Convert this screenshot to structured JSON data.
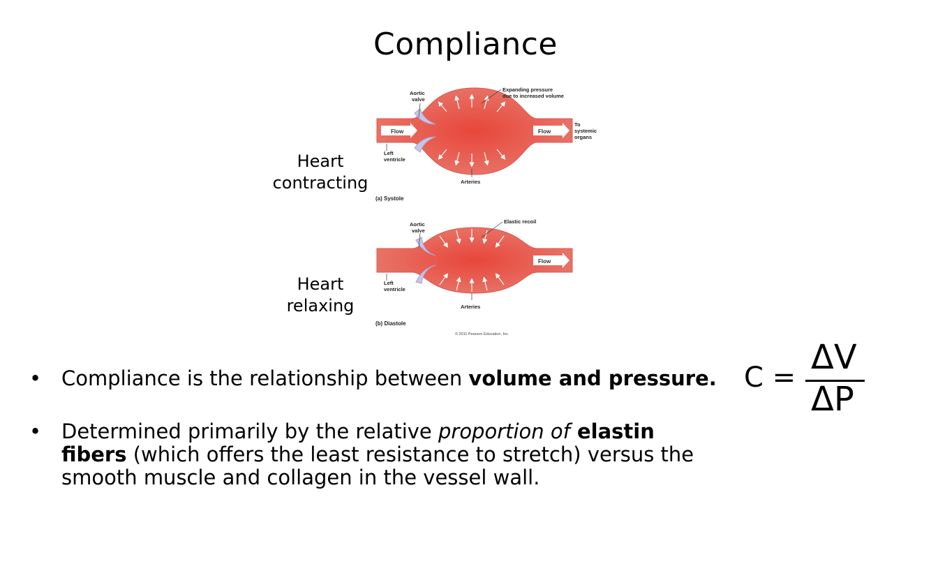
{
  "slide": {
    "title": "Compliance",
    "labels": {
      "top": [
        "Heart",
        "contracting"
      ],
      "bottom": [
        "Heart",
        "relaxing"
      ]
    }
  },
  "diagram": {
    "systole": {
      "aortic_valve": [
        "Aortic",
        "valve"
      ],
      "expanding": [
        "Expanding pressure",
        "due to increased volume"
      ],
      "flow_in": "Flow",
      "flow_out": "Flow",
      "to": [
        "To",
        "systemic",
        "organs"
      ],
      "left_ventricle": [
        "Left",
        "ventricle"
      ],
      "arteries": "Arteries",
      "caption": "(a) Systole"
    },
    "diastole": {
      "aortic_valve": [
        "Aortic",
        "valve"
      ],
      "recoil": "Elastic recoil",
      "flow_out": "Flow",
      "left_ventricle": [
        "Left",
        "ventricle"
      ],
      "arteries": "Arteries",
      "caption": "(b) Diastole"
    },
    "copyright": "© 2011 Pearson Education, Inc.",
    "colors": {
      "vessel": "#e05a4e",
      "vessel_dark": "#c9372d",
      "valve": "#c9c4e6",
      "arrow": "#ffffff"
    }
  },
  "bullets": [
    {
      "parts": [
        {
          "text": "Compliance is the relationship between ",
          "style": "normal"
        },
        {
          "text": "volume and pressure.",
          "style": "bold"
        }
      ]
    },
    {
      "lines": [
        [
          {
            "text": "Determined primarily by the relative ",
            "style": "normal"
          },
          {
            "text": "proportion of",
            "style": "italic"
          },
          {
            "text": " elastin",
            "style": "bold"
          }
        ],
        [
          {
            "text": "fibers",
            "style": "bold"
          },
          {
            "text": " (which offers the least resistance to stretch) versus the",
            "style": "normal"
          }
        ],
        [
          {
            "text": "smooth muscle and collagen in the vessel wall.",
            "style": "normal"
          }
        ]
      ]
    }
  ],
  "bullet_symbol": "•",
  "formula": {
    "lhs": "C =",
    "numerator": "ΔV",
    "denominator": "ΔP"
  }
}
